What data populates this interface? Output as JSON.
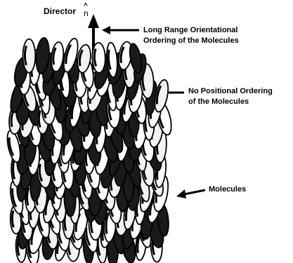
{
  "director": {
    "label": "Director",
    "symbol": "n",
    "hat": "^"
  },
  "annotations": {
    "long_range_line1": "Long Range Orientational",
    "long_range_line2": "Ordering of the Molecules",
    "no_positional_line1": "No Positional Ordering",
    "no_positional_line2": "of the Molecules",
    "molecules": "Molecules"
  },
  "colors": {
    "ink": "#000000",
    "paper": "#ffffff"
  }
}
